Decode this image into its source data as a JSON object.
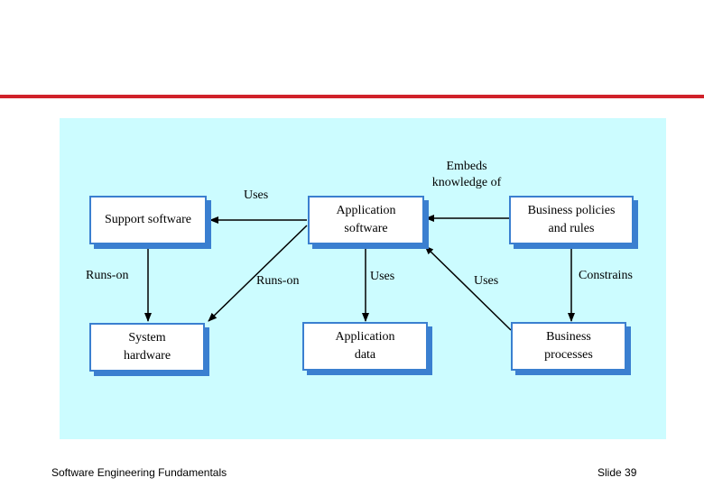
{
  "diagram": {
    "nodes": {
      "support_software": "Support software",
      "application_software": "Application\nsoftware",
      "business_policies": "Business policies\nand rules",
      "system_hardware": "System\nhardware",
      "application_data": "Application\ndata",
      "business_processes": "Business\nprocesses"
    },
    "edges": {
      "uses_support": "Uses",
      "embeds_knowledge": "Embeds\nknowledge of",
      "runs_on_support": "Runs-on",
      "runs_on_app": "Runs-on",
      "uses_data": "Uses",
      "uses_processes": "Uses",
      "constrains": "Constrains"
    },
    "colors": {
      "panel": "#ccfcff",
      "node_border": "#3a7fd0",
      "rule": "#d0212a"
    }
  },
  "footer": {
    "course": "Software Engineering Fundamentals",
    "slide": "Slide  39"
  }
}
